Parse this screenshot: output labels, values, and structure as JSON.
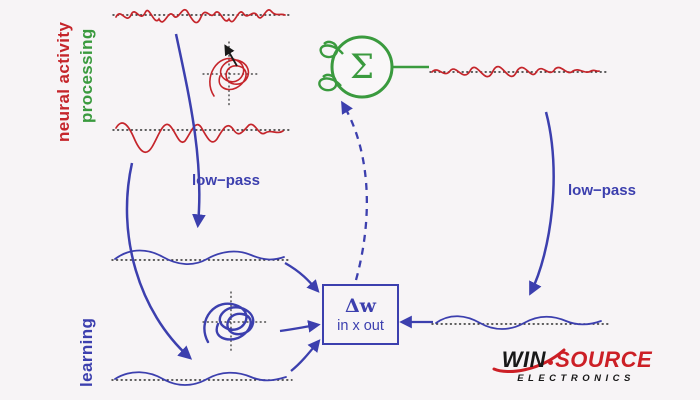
{
  "labels": {
    "neural_activity": "neural activity",
    "processing": "processing",
    "learning": "learning",
    "low_pass_left": "low−pass",
    "low_pass_right": "low−pass",
    "sum": "Σ",
    "delta_w": "Δw",
    "in_x_out": "in x out"
  },
  "logo": {
    "win": "WIN",
    "source": "SOURCE",
    "electronics": "ELECTRONICS"
  },
  "colors": {
    "signal_red": "#c5252b",
    "processing_green": "#3a9a3e",
    "learning_blue": "#3c3fae",
    "baseline_black": "#2a2a2a",
    "background": "#f7f4f6",
    "logo_red": "#cc1f26",
    "logo_black": "#181818"
  }
}
